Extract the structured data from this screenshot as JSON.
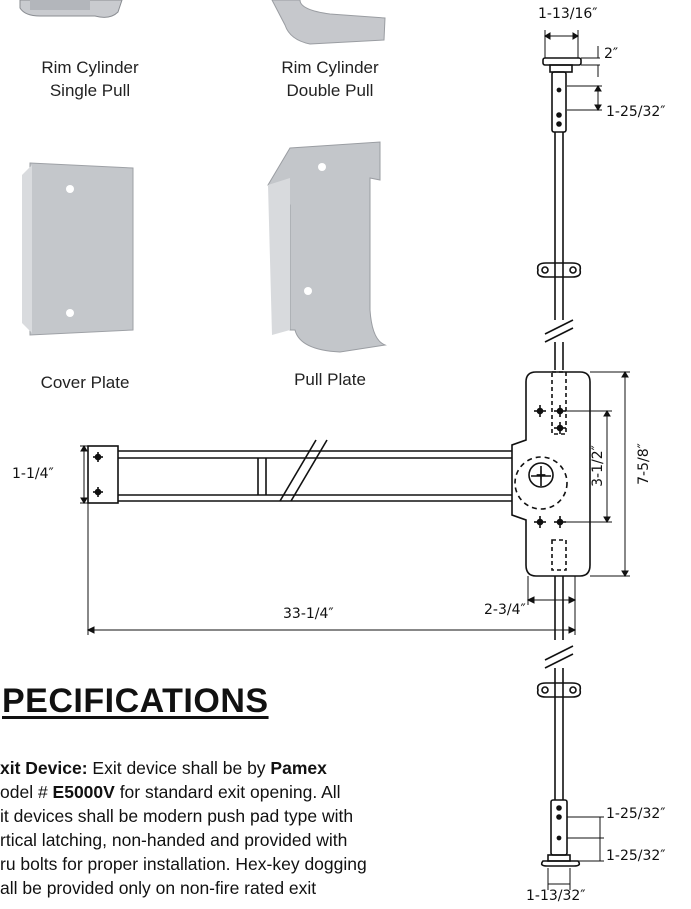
{
  "captions": {
    "rim_single": [
      "Rim Cylinder",
      "Single Pull"
    ],
    "rim_double": [
      "Rim Cylinder",
      "Double Pull"
    ],
    "cover_plate": "Cover Plate",
    "pull_plate": "Pull Plate"
  },
  "dimensions": {
    "top_width": "1-13/16″",
    "top_height": "2″",
    "top_cyl": "1-25/32″",
    "bar_height": "1-1/4″",
    "center_height": "3-1/2″",
    "plate_height": "7-5/8″",
    "bar_length": "33-1/4″",
    "plate_offset": "2-3/4″",
    "bottom_cyl_1": "1-25/32″",
    "bottom_cyl_2": "1-25/32″",
    "bottom_width": "1-13/32″"
  },
  "specs": {
    "title": "PECIFICATIONS",
    "line1_a": "xit Device:",
    "line1_b": " Exit device shall be by ",
    "line1_c": "Pamex",
    "line2_a": "odel # ",
    "line2_b": "E5000V",
    "line2_c": " for standard exit opening. All",
    "line3": "it devices shall be modern push pad type with",
    "line4": "rtical latching, non-handed and provided with",
    "line5": "ru bolts for proper installation. Hex-key dogging",
    "line6": "all be provided only on non-fire rated exit"
  }
}
